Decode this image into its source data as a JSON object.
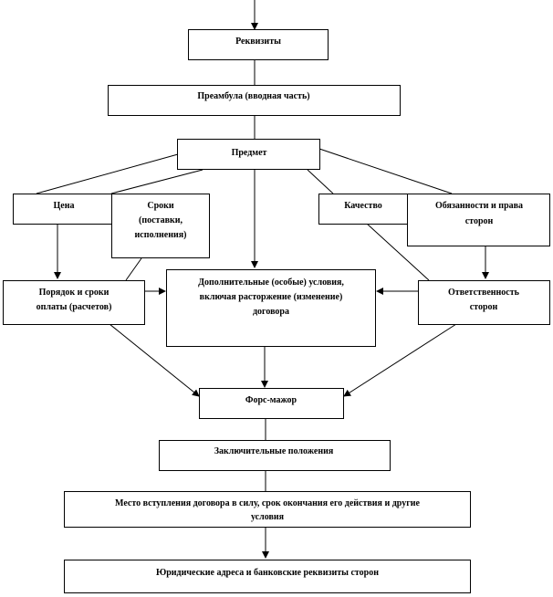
{
  "nodes": {
    "rekvizity": "Реквизиты",
    "preambula": "Преамбула (вводная часть)",
    "predmet": "Предмет",
    "cena": "Цена",
    "sroki_1": "Сроки",
    "sroki_2": "(поставки,",
    "sroki_3": "исполнения)",
    "kachestvo": "Качество",
    "obyazannosti_1": "Обязанности и права",
    "obyazannosti_2": "сторон",
    "poryadok_1": "Порядок и сроки",
    "poryadok_2": "оплаты (расчетов)",
    "dopolnitelnye_1": "Дополнительные (особые) условия,",
    "dopolnitelnye_2": "включая расторжение (изменение)",
    "dopolnitelnye_3": "договора",
    "otvetstvennost_1": "Ответственность",
    "otvetstvennost_2": "сторон",
    "fors_mazhor": "Форс-мажор",
    "zaklyuchitelnye": "Заключительные положения",
    "mesto_1": "Место вступления договора в силу, срок окончания его действия и другие",
    "mesto_2": "условия",
    "adresa": "Юридические адреса и банковские реквизиты сторон"
  }
}
